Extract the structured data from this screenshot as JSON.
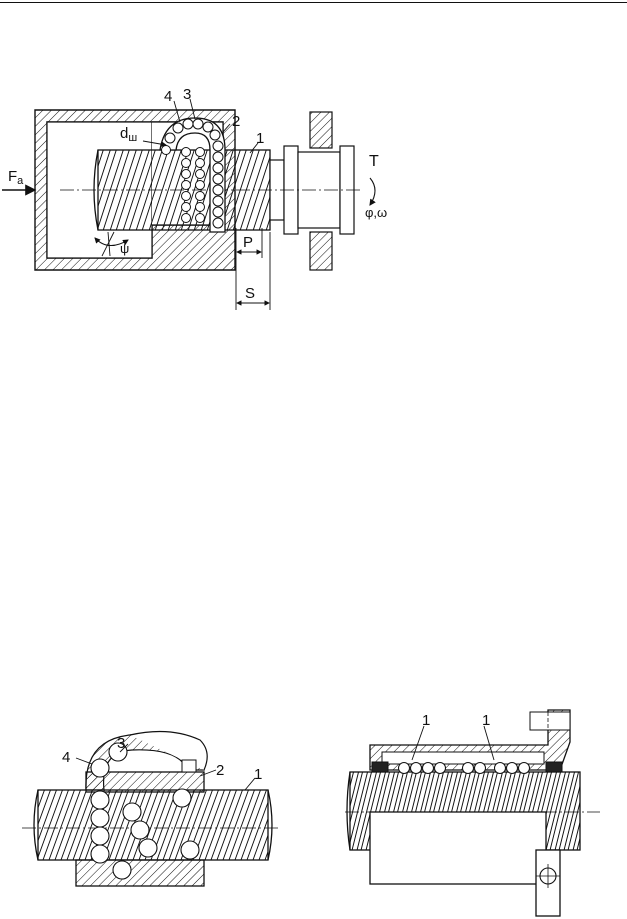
{
  "figure_top": {
    "labels": {
      "n1": "1",
      "n2": "2",
      "n3": "3",
      "n4": "4",
      "ball_diameter": "d",
      "ball_diameter_sub": "ш",
      "axial_force": "F",
      "axial_force_sub": "a",
      "torque": "T",
      "angles": "φ,ω",
      "lead_angle": "ψ",
      "pitch": "P",
      "stroke": "S"
    }
  },
  "figure_bottom_left": {
    "labels": {
      "n1": "1",
      "n2": "2",
      "n3": "3",
      "n4": "4"
    }
  },
  "figure_bottom_right": {
    "labels": {
      "n1a": "1",
      "n1b": "1"
    }
  }
}
